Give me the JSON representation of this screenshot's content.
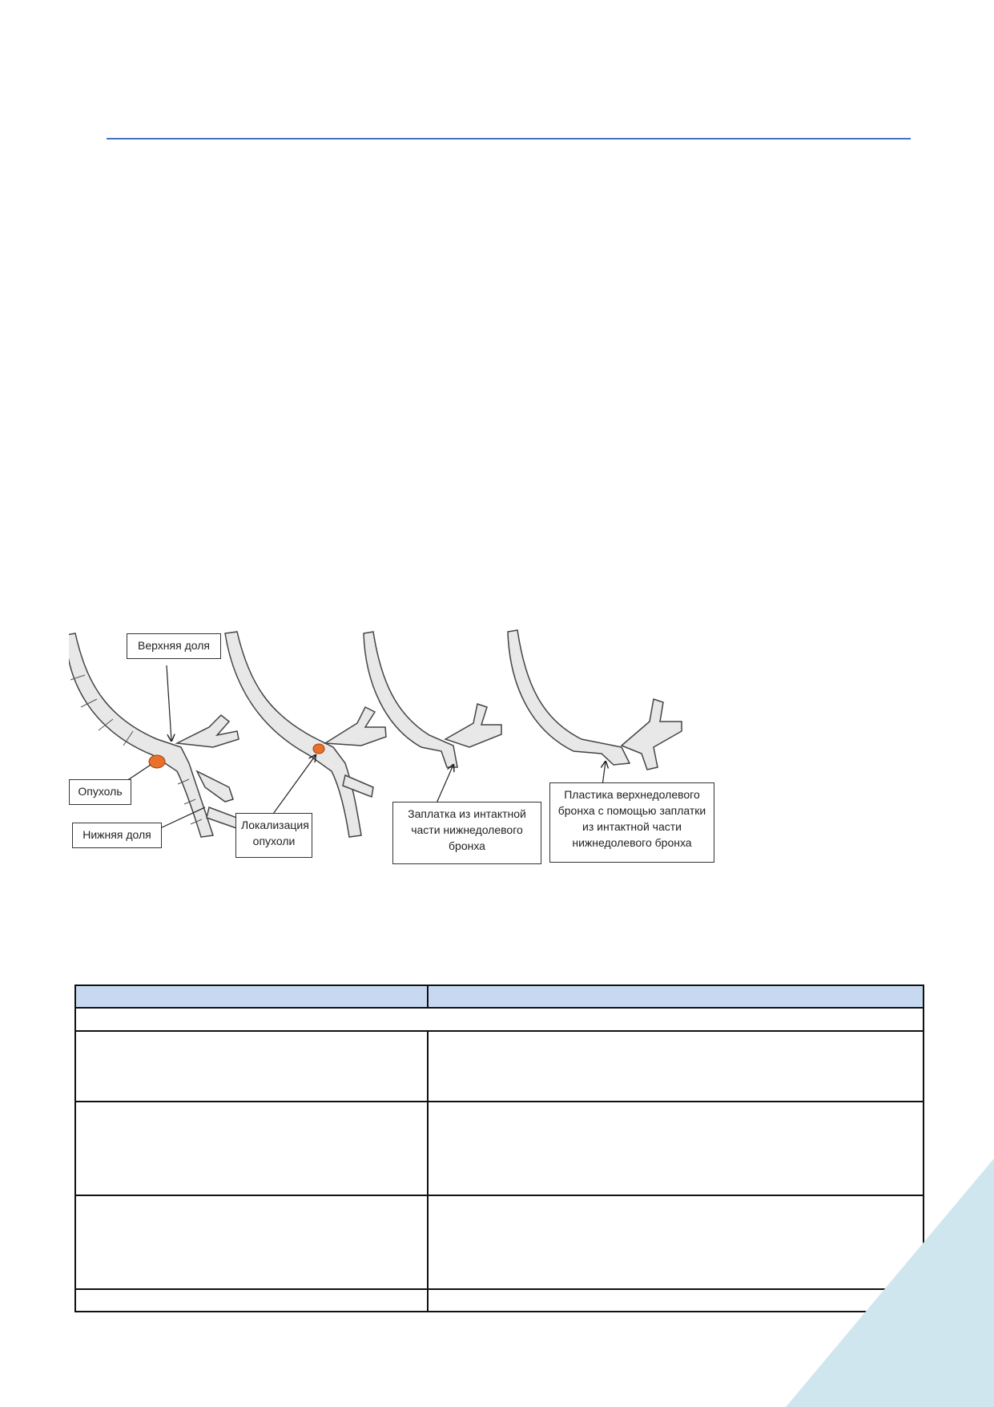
{
  "figure": {
    "panel1": {
      "upper_lobe_label": "Верхняя доля",
      "tumor_label": "Опухоль",
      "lower_lobe_label": "Нижняя доля"
    },
    "panel2": {
      "tumor_location_label": "Локализация опухоли"
    },
    "panel3": {
      "patch_label": "Заплатка из интактной части нижнедолевого бронха"
    },
    "panel4": {
      "plasty_label": "Пластика верхнедолевого бронха с помощью заплатки из интактной части нижнедолевого бронха"
    },
    "colors": {
      "tumor": "#e8702a",
      "bronchus_fill": "#e8e8e8",
      "bronchus_stroke": "#444444"
    }
  },
  "colors": {
    "header_rule": "#4472c4",
    "table_header_bg": "#c6d9f1",
    "corner_deco": "#cfe6ee"
  }
}
